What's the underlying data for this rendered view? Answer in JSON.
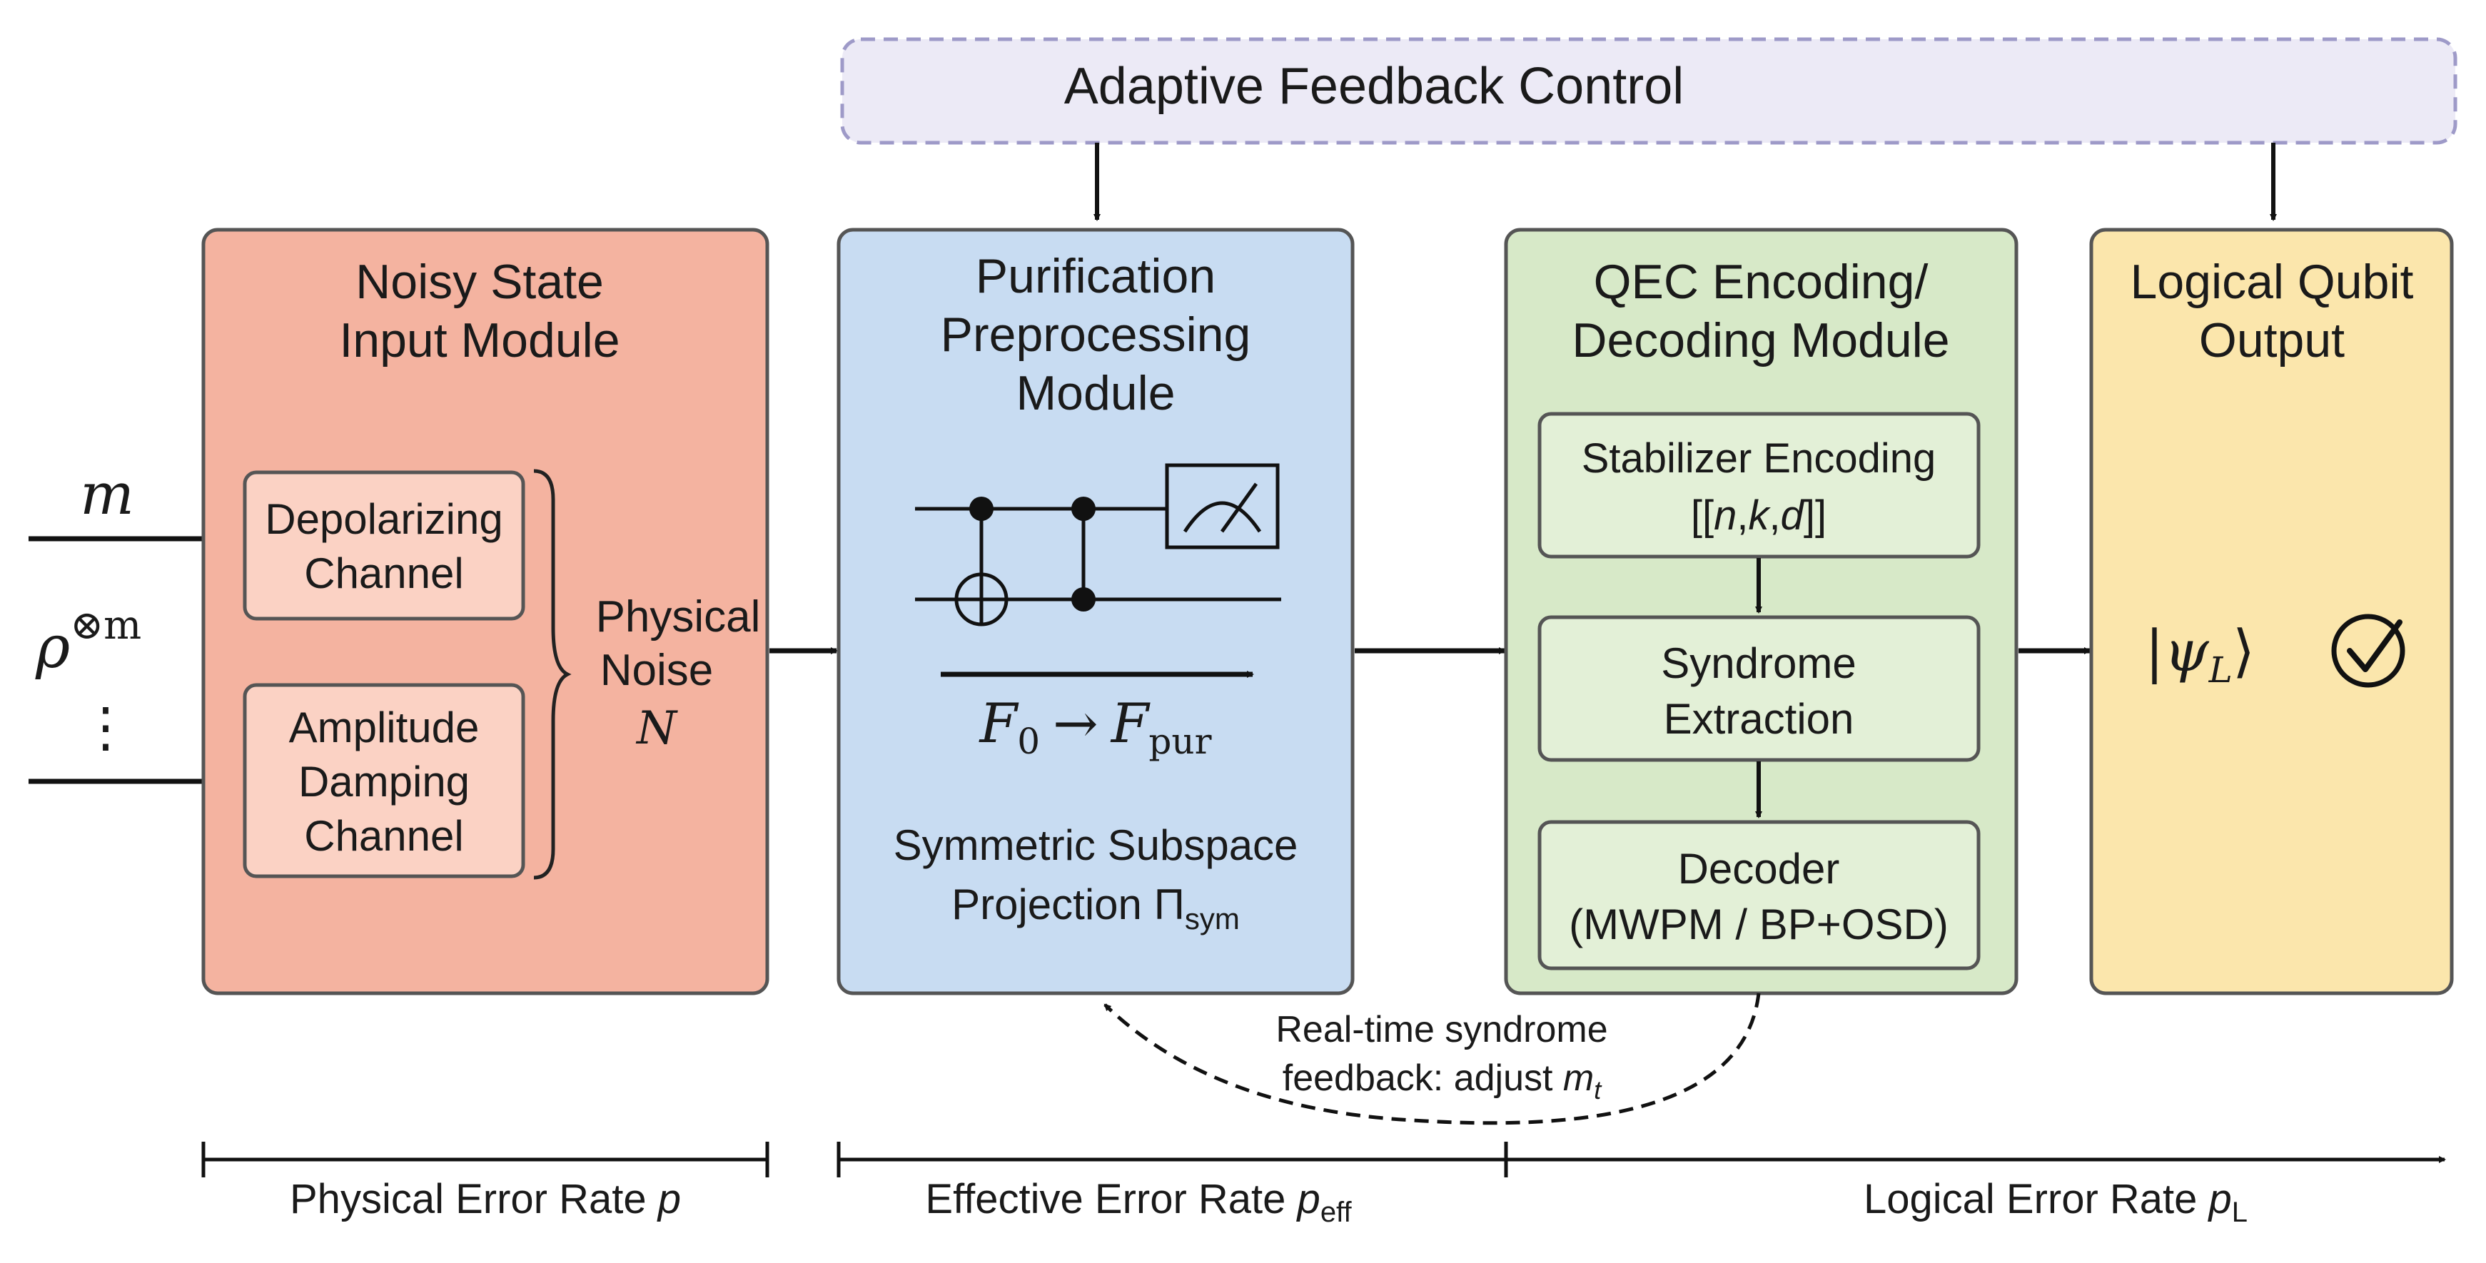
{
  "adaptive_feedback": {
    "label": "Adaptive Feedback Control"
  },
  "inputs": {
    "m": "m",
    "rho_base": "ρ",
    "rho_sup": "⊗m",
    "dots": "⋮"
  },
  "noisy_module": {
    "title_line1": "Noisy State",
    "title_line2": "Input Module",
    "depolarizing_line1": "Depolarizing",
    "depolarizing_line2": "Channel",
    "amplitude_line1": "Amplitude",
    "amplitude_line2": "Damping",
    "amplitude_line3": "Channel",
    "noise_line1": "Physical",
    "noise_line2": "Noise",
    "noise_symbol": "N"
  },
  "purification_module": {
    "title_line1": "Purification",
    "title_line2": "Preprocessing",
    "title_line3": "Module",
    "fidelity_from": "F",
    "fidelity_from_sub": "0",
    "fidelity_arrow": "→",
    "fidelity_to": "F",
    "fidelity_to_sub": "pur",
    "projection_line1": "Symmetric Subspace",
    "projection_line2": "Projection Π",
    "projection_sub": "sym"
  },
  "qec_module": {
    "title_line1": "QEC Encoding/",
    "title_line2": "Decoding Module",
    "stabilizer_line1": "Stabilizer Encoding",
    "stabilizer_open": "[[",
    "stabilizer_n": "n",
    "stabilizer_comma1": ",",
    "stabilizer_k": "k",
    "stabilizer_comma2": ",",
    "stabilizer_d": "d",
    "stabilizer_close": "]]",
    "syndrome_line1": "Syndrome",
    "syndrome_line2": "Extraction",
    "decoder_line1": "Decoder",
    "decoder_line2": "(MWPM / BP+OSD)"
  },
  "output_module": {
    "title_line1": "Logical Qubit",
    "title_line2": "Output",
    "ket_open": "|",
    "ket_psi": "ψ",
    "ket_sub": "L",
    "ket_close": "⟩"
  },
  "feedback_loop": {
    "line1": "Real-time syndrome",
    "line2": "feedback: adjust ",
    "var": "m",
    "var_sub": "t"
  },
  "error_rates": {
    "physical": "Physical Error Rate ",
    "physical_var": "p",
    "effective": "Effective Error Rate ",
    "effective_var": "p",
    "effective_sub": "eff",
    "logical": "Logical Error Rate ",
    "logical_var": "p",
    "logical_sub": "L"
  },
  "colors": {
    "noisy_fill": "#f4b3a0",
    "noisy_inner": "#fbd2c4",
    "purification_fill": "#c8dcf2",
    "qec_fill": "#d7e9c8",
    "qec_inner": "#e3f0d7",
    "output_fill": "#fbe6ac",
    "feedback_fill": "#eceaf6",
    "feedback_stroke": "#9e9ac8",
    "border": "#555555"
  },
  "icons": [
    "arrow-icon",
    "cnot-gate-icon",
    "cz-gate-icon",
    "measurement-meter-icon",
    "check-circle-icon",
    "brace-icon"
  ]
}
